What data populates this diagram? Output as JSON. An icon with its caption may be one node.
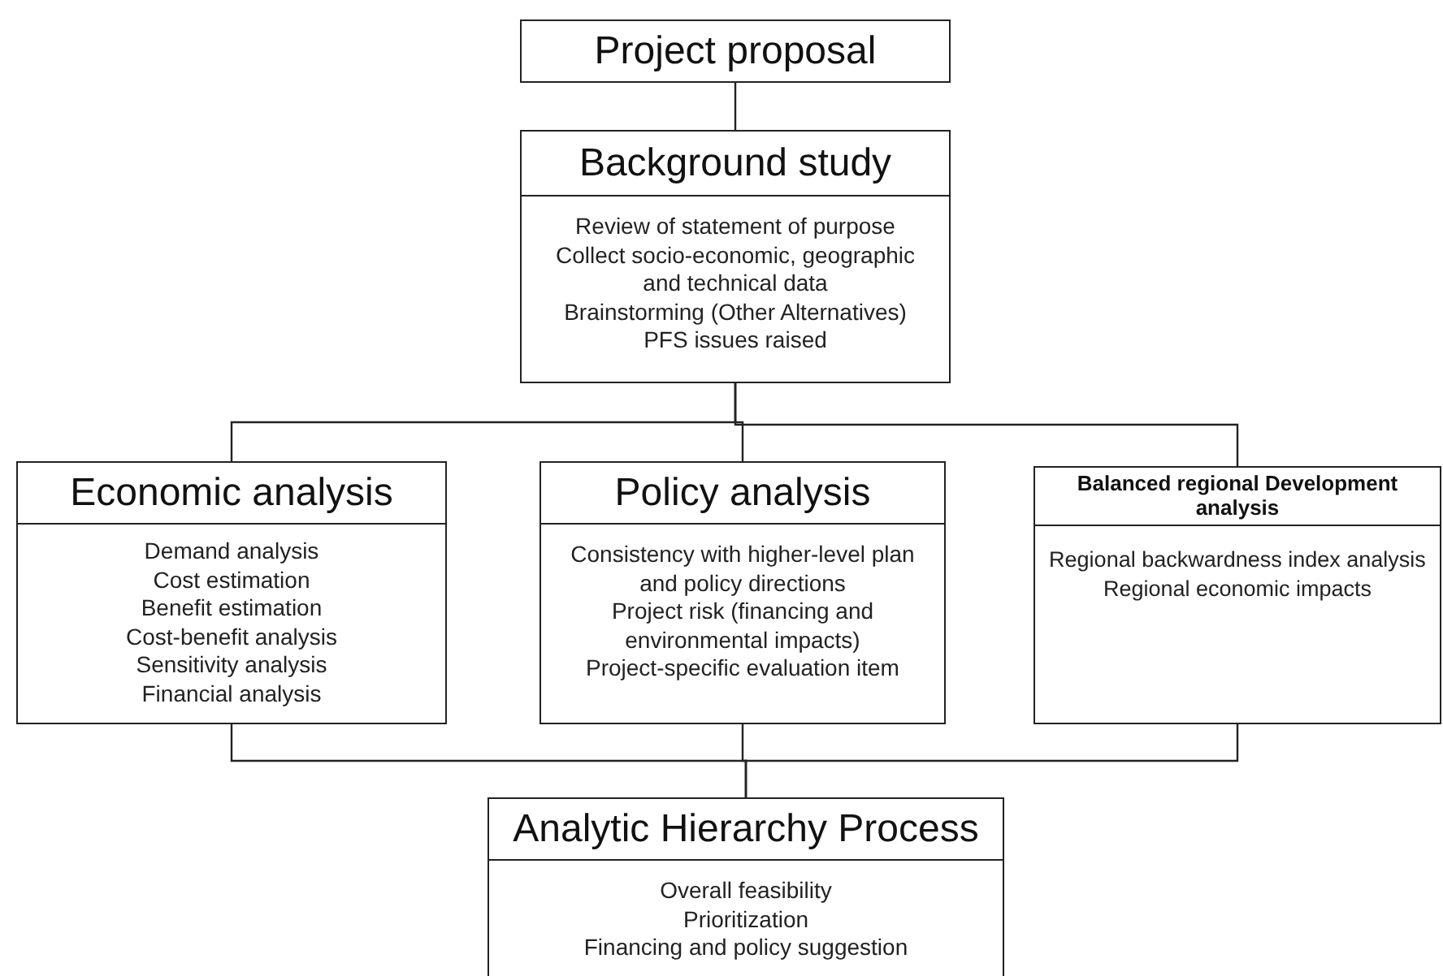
{
  "diagram": {
    "nodes": [
      {
        "text": [
          "Project proposal"
        ]
      },
      {
        "text": [
          "Background study",
          "Review of statement of purpose",
          "Collect socio-economic, geographic and technical data",
          "Brainstorming (Other Alternatives)",
          "PFS issues raised"
        ]
      },
      {
        "text": [
          "Economic analysis",
          "Demand analysis",
          "Cost estimation",
          "Benefit estimation",
          "Cost-benefit analysis",
          "Sensitivity analysis",
          "Financial analysis"
        ]
      },
      {
        "text": [
          "Policy analysis",
          "Consistency with higher-level plan and policy directions",
          "Project risk (financing and environmental impacts)",
          "Project-specific evaluation item"
        ]
      },
      {
        "text": [
          "Balanced regional Development analysis",
          "Regional backwardness index analysis",
          "Regional economic impacts"
        ]
      },
      {
        "text": [
          "Analytic Hierarchy Process",
          "Overall feasibility",
          "Prioritization",
          "Financing and policy suggestion"
        ]
      }
    ],
    "edges": [
      {
        "from": 0,
        "to": 1,
        "arrow": "none"
      },
      {
        "from": 1,
        "to": 2,
        "arrow": "none"
      },
      {
        "from": 1,
        "to": 3,
        "arrow": "none"
      },
      {
        "from": 1,
        "to": 4,
        "arrow": "none"
      },
      {
        "from": 2,
        "to": 5,
        "arrow": "none"
      },
      {
        "from": 3,
        "to": 5,
        "arrow": "none"
      },
      {
        "from": 4,
        "to": 5,
        "arrow": "none"
      }
    ]
  }
}
